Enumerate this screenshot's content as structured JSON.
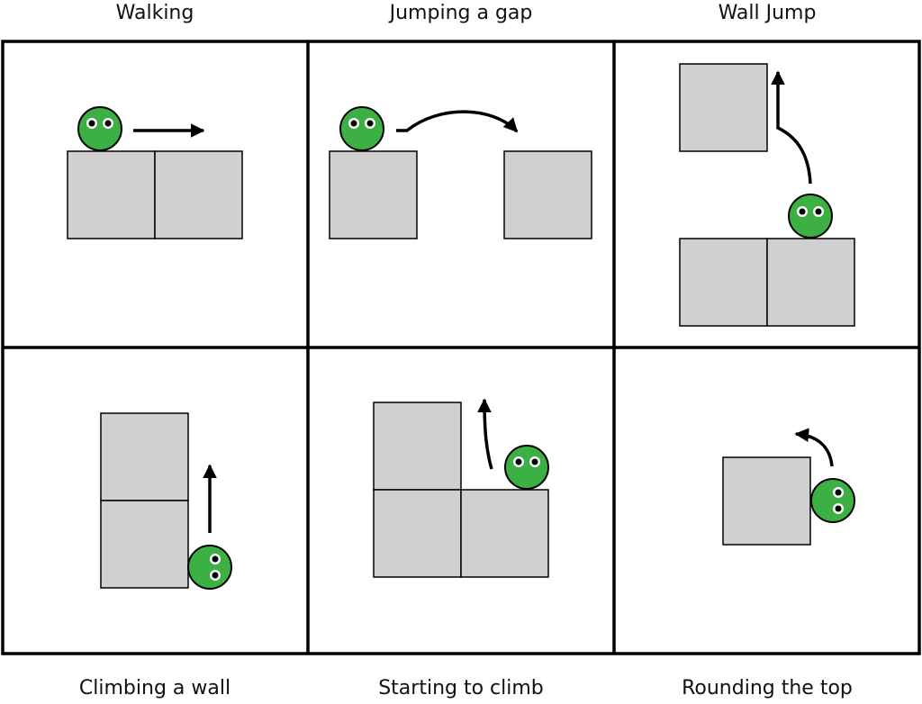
{
  "captions": {
    "top": [
      "Walking",
      "Jumping a gap",
      "Wall Jump"
    ],
    "bottom": [
      "Climbing a wall",
      "Starting to climb",
      "Rounding the top"
    ]
  },
  "colors": {
    "block": "#d0d0d0",
    "character": "#3cb043",
    "outline": "#000000",
    "background": "#ffffff"
  }
}
